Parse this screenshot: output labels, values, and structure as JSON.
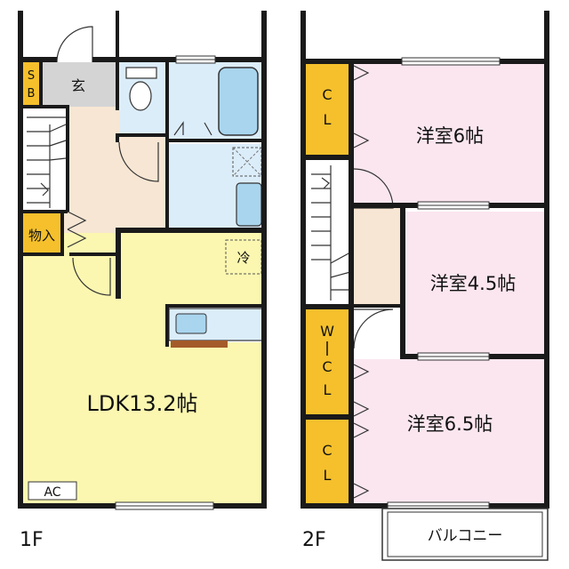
{
  "floors": {
    "first": {
      "label": "1F",
      "rooms": {
        "ldk": "LDK13.2帖",
        "genkan": "玄",
        "storage": "物入",
        "sb_s": "S",
        "sb_b": "B",
        "fridge": "冷",
        "ac": "AC"
      }
    },
    "second": {
      "label": "2F",
      "rooms": {
        "western_6": "洋室6帖",
        "western_45": "洋室4.5帖",
        "western_65": "洋室6.5帖",
        "cl1_c": "C",
        "cl1_l": "L",
        "wcl_w": "W",
        "wcl_c": "C",
        "wcl_l": "L",
        "cl2_c": "C",
        "cl2_l": "L",
        "balcony": "バルコニー"
      }
    }
  },
  "colors": {
    "ldk": "#fbf7b0",
    "corridor": "#f7e6d3",
    "genkan": "#d4d4d4",
    "wet": "#dcedfa",
    "closet": "#f5c02c",
    "bedroom": "#fbe6ef",
    "wall": "#1a1a1a"
  }
}
